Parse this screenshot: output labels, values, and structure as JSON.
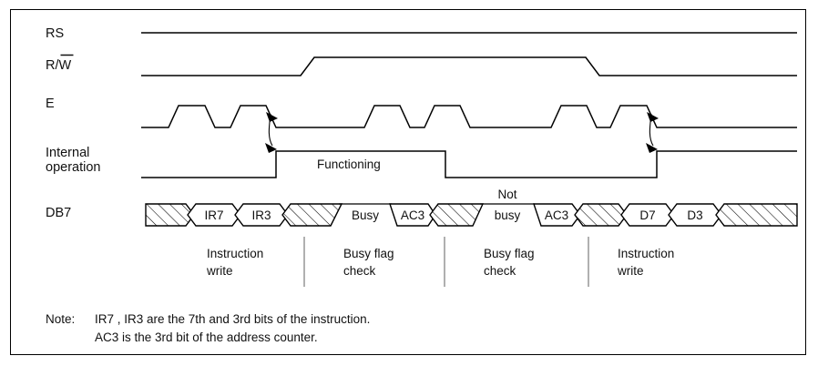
{
  "figure": {
    "kind": "timing-diagram",
    "title_visible": false
  },
  "signals": [
    {
      "id": "rs",
      "label": "RS",
      "overbar": false
    },
    {
      "id": "rw",
      "label": "R/W",
      "overbar": true,
      "overbar_part": "W"
    },
    {
      "id": "e",
      "label": "E",
      "overbar": false
    },
    {
      "id": "internal",
      "label_line1": "Internal",
      "label_line2": "operation"
    },
    {
      "id": "db7",
      "label": "DB7",
      "overbar": false
    }
  ],
  "annotations": {
    "functioning": "Functioning",
    "not_busy_line1": "Not",
    "not_busy_line2": "busy"
  },
  "bus_segments": [
    {
      "id": "seg-1",
      "label": "",
      "style": "hatched"
    },
    {
      "id": "seg-2",
      "label": "IR7",
      "style": "data"
    },
    {
      "id": "seg-3",
      "label": "IR3",
      "style": "data"
    },
    {
      "id": "seg-4",
      "label": "",
      "style": "hatched"
    },
    {
      "id": "seg-5",
      "label": "Busy",
      "style": "read"
    },
    {
      "id": "seg-6",
      "label": "AC3",
      "style": "read-data"
    },
    {
      "id": "seg-7",
      "label": "",
      "style": "hatched"
    },
    {
      "id": "seg-8",
      "label": "",
      "style": "read",
      "floating_label": "Not busy"
    },
    {
      "id": "seg-9",
      "label": "AC3",
      "style": "read-data"
    },
    {
      "id": "seg-10",
      "label": "",
      "style": "hatched"
    },
    {
      "id": "seg-11",
      "label": "D7",
      "style": "data"
    },
    {
      "id": "seg-12",
      "label": "D3",
      "style": "data"
    },
    {
      "id": "seg-13",
      "label": "",
      "style": "hatched"
    }
  ],
  "sections": [
    {
      "id": "sec-1",
      "line1": "Instruction",
      "line2": "write"
    },
    {
      "id": "sec-2",
      "line1": "Busy flag",
      "line2": "check"
    },
    {
      "id": "sec-3",
      "line1": "Busy flag",
      "line2": "check"
    },
    {
      "id": "sec-4",
      "line1": "Instruction",
      "line2": "write"
    }
  ],
  "note": {
    "prefix": "Note:",
    "line1": "IR7 , IR3 are the 7th and 3rd bits of the instruction.",
    "line2": "AC3 is the 3rd bit of the address counter."
  },
  "colors": {
    "ink": "#000000",
    "paper": "#ffffff",
    "divider": "#6f6f6f"
  }
}
